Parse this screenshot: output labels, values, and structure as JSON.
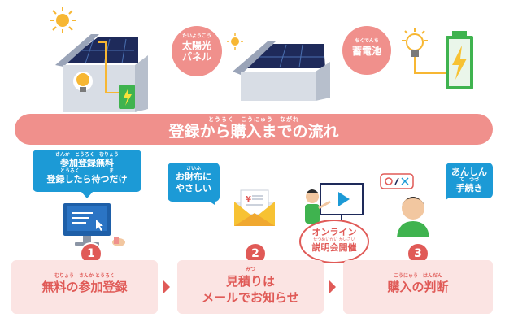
{
  "top": {
    "solar_label_ruby": "たいようこう",
    "solar_label_line1": "太陽光",
    "solar_label_line2": "パネル",
    "battery_label_ruby": "ちくでんち",
    "battery_label": "蓄電池"
  },
  "banner": {
    "ruby": "とうろく　こうにゅう　ながれ",
    "title": "登録から購入までの流れ"
  },
  "callouts": {
    "step1_ruby1": "さんか　とうろく　むりょう",
    "step1_line1": "参加登録無料",
    "step1_ruby2": "とうろく　　　　　　ま",
    "step1_line2": "登録したら待つだけ",
    "step2_ruby": "さいふ",
    "step2_line1": "お財布に",
    "step2_line2": "やさしい",
    "step3_line1": "あんしん",
    "step3_ruby": "て　つづ",
    "step3_line2": "手続き"
  },
  "online_badge": {
    "line1": "オンライン",
    "ruby": "せつめいかい かいさい",
    "line2": "説明会開催"
  },
  "steps": [
    {
      "number": "1",
      "ruby": "むりょう　さんか とうろく",
      "label": "無料の参加登録"
    },
    {
      "number": "2",
      "ruby": "みつ",
      "label_line1": "見積りは",
      "label_line2": "メールでお知らせ"
    },
    {
      "number": "3",
      "ruby": "こうにゅう　はんだん",
      "label": "購入の判断"
    }
  ],
  "colors": {
    "accent_pink": "#f0908c",
    "accent_red": "#e05a57",
    "callout_blue": "#1c9ad6",
    "step_bg": "#fbe4e3"
  }
}
